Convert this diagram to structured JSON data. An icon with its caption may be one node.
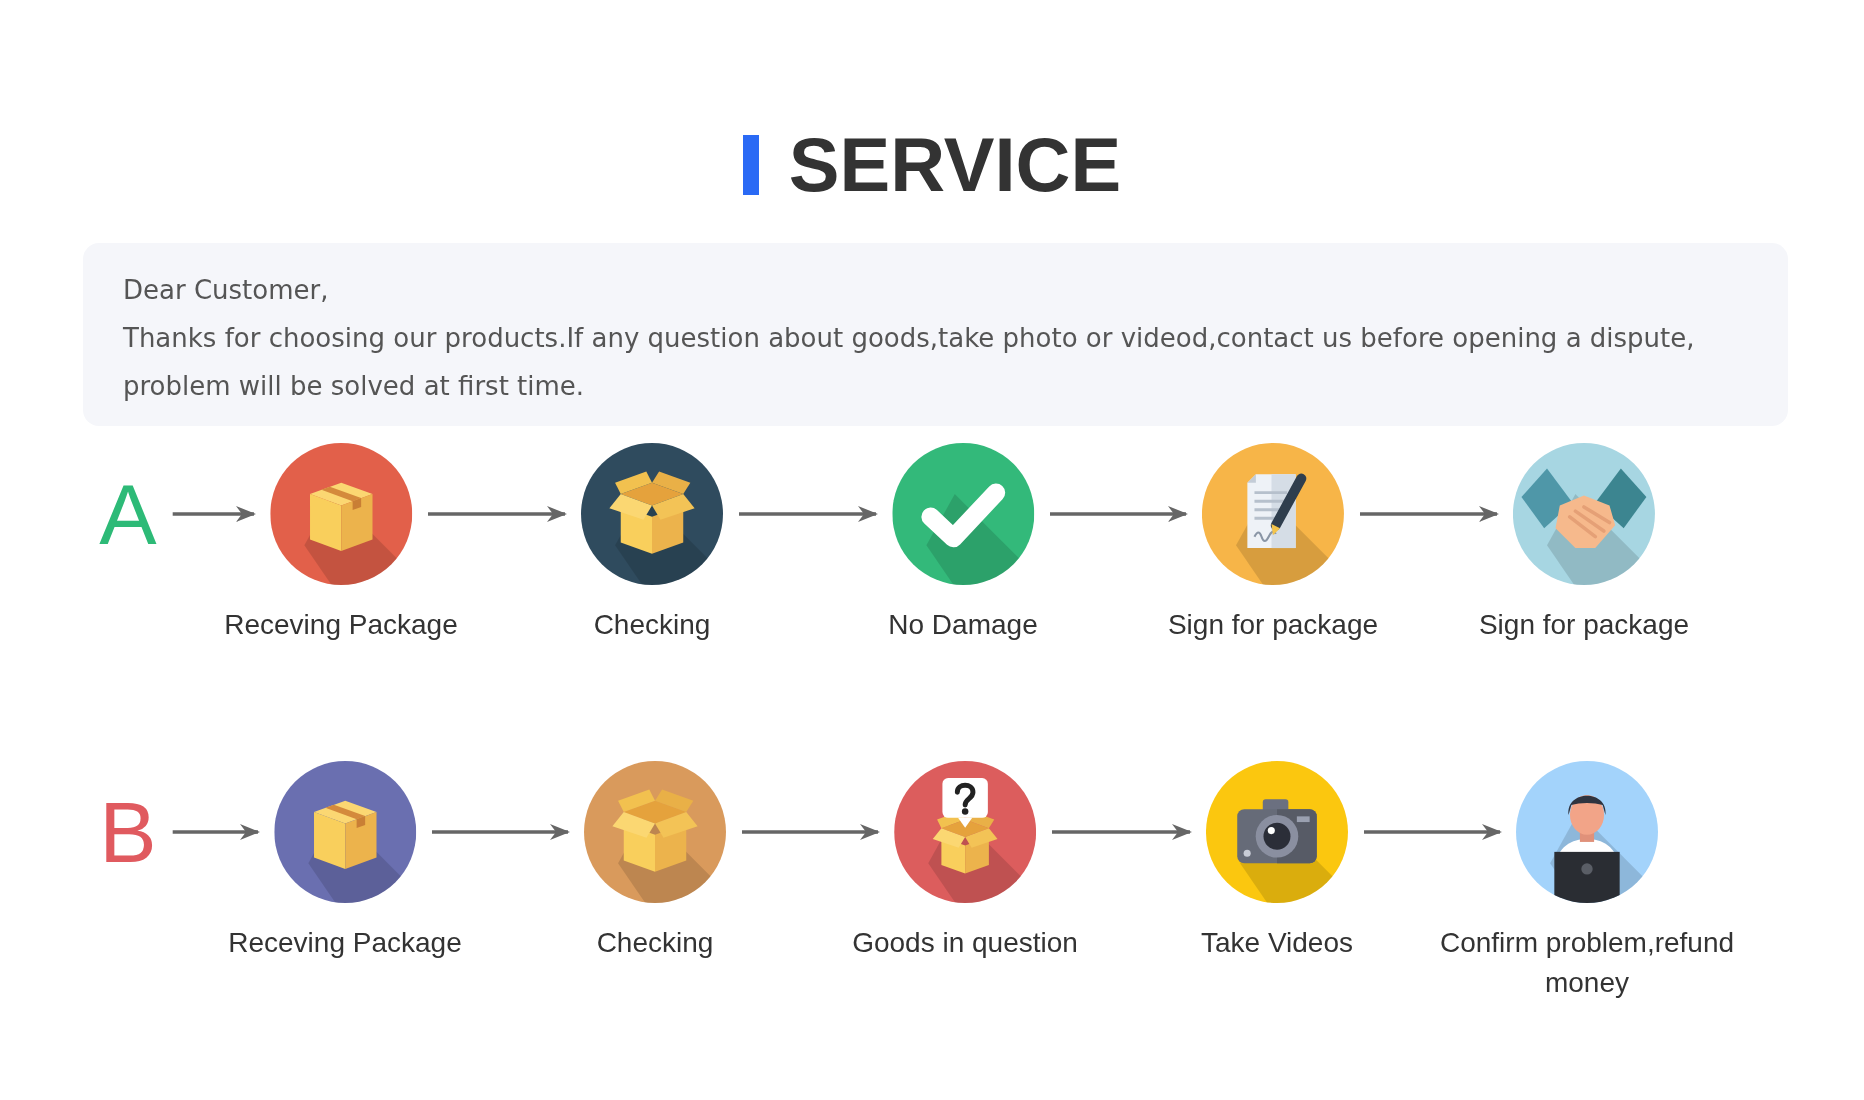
{
  "diagram": {
    "title": "SERVICE",
    "nodes": [
      {
        "text": [
          "Dear Customer,",
          "Thanks for choosing our products.If any question about goods,take photo or videod,contact us before opening a dispute, problem will be solved at first time."
        ]
      },
      {
        "text": [
          "A"
        ]
      },
      {
        "text": [
          "Receving Package"
        ]
      },
      {
        "text": [
          "Checking"
        ]
      },
      {
        "text": [
          "No Damage"
        ]
      },
      {
        "text": [
          "Sign for package"
        ]
      },
      {
        "text": [
          "Sign for package"
        ]
      },
      {
        "text": [
          "B"
        ]
      },
      {
        "text": [
          "Receving Package"
        ]
      },
      {
        "text": [
          "Checking"
        ]
      },
      {
        "text": [
          "Goods in question"
        ]
      },
      {
        "text": [
          "Take Videos"
        ]
      },
      {
        "text": [
          "Confirm problem,refund money"
        ]
      }
    ],
    "edges": [
      {
        "from": 1,
        "to": 2,
        "arrow": "to"
      },
      {
        "from": 2,
        "to": 3,
        "arrow": "to"
      },
      {
        "from": 3,
        "to": 4,
        "arrow": "to"
      },
      {
        "from": 4,
        "to": 5,
        "arrow": "to"
      },
      {
        "from": 5,
        "to": 6,
        "arrow": "to"
      },
      {
        "from": 7,
        "to": 8,
        "arrow": "to"
      },
      {
        "from": 8,
        "to": 9,
        "arrow": "to"
      },
      {
        "from": 9,
        "to": 10,
        "arrow": "to"
      },
      {
        "from": 10,
        "to": 11,
        "arrow": "to"
      },
      {
        "from": 11,
        "to": 12,
        "arrow": "to"
      }
    ]
  }
}
